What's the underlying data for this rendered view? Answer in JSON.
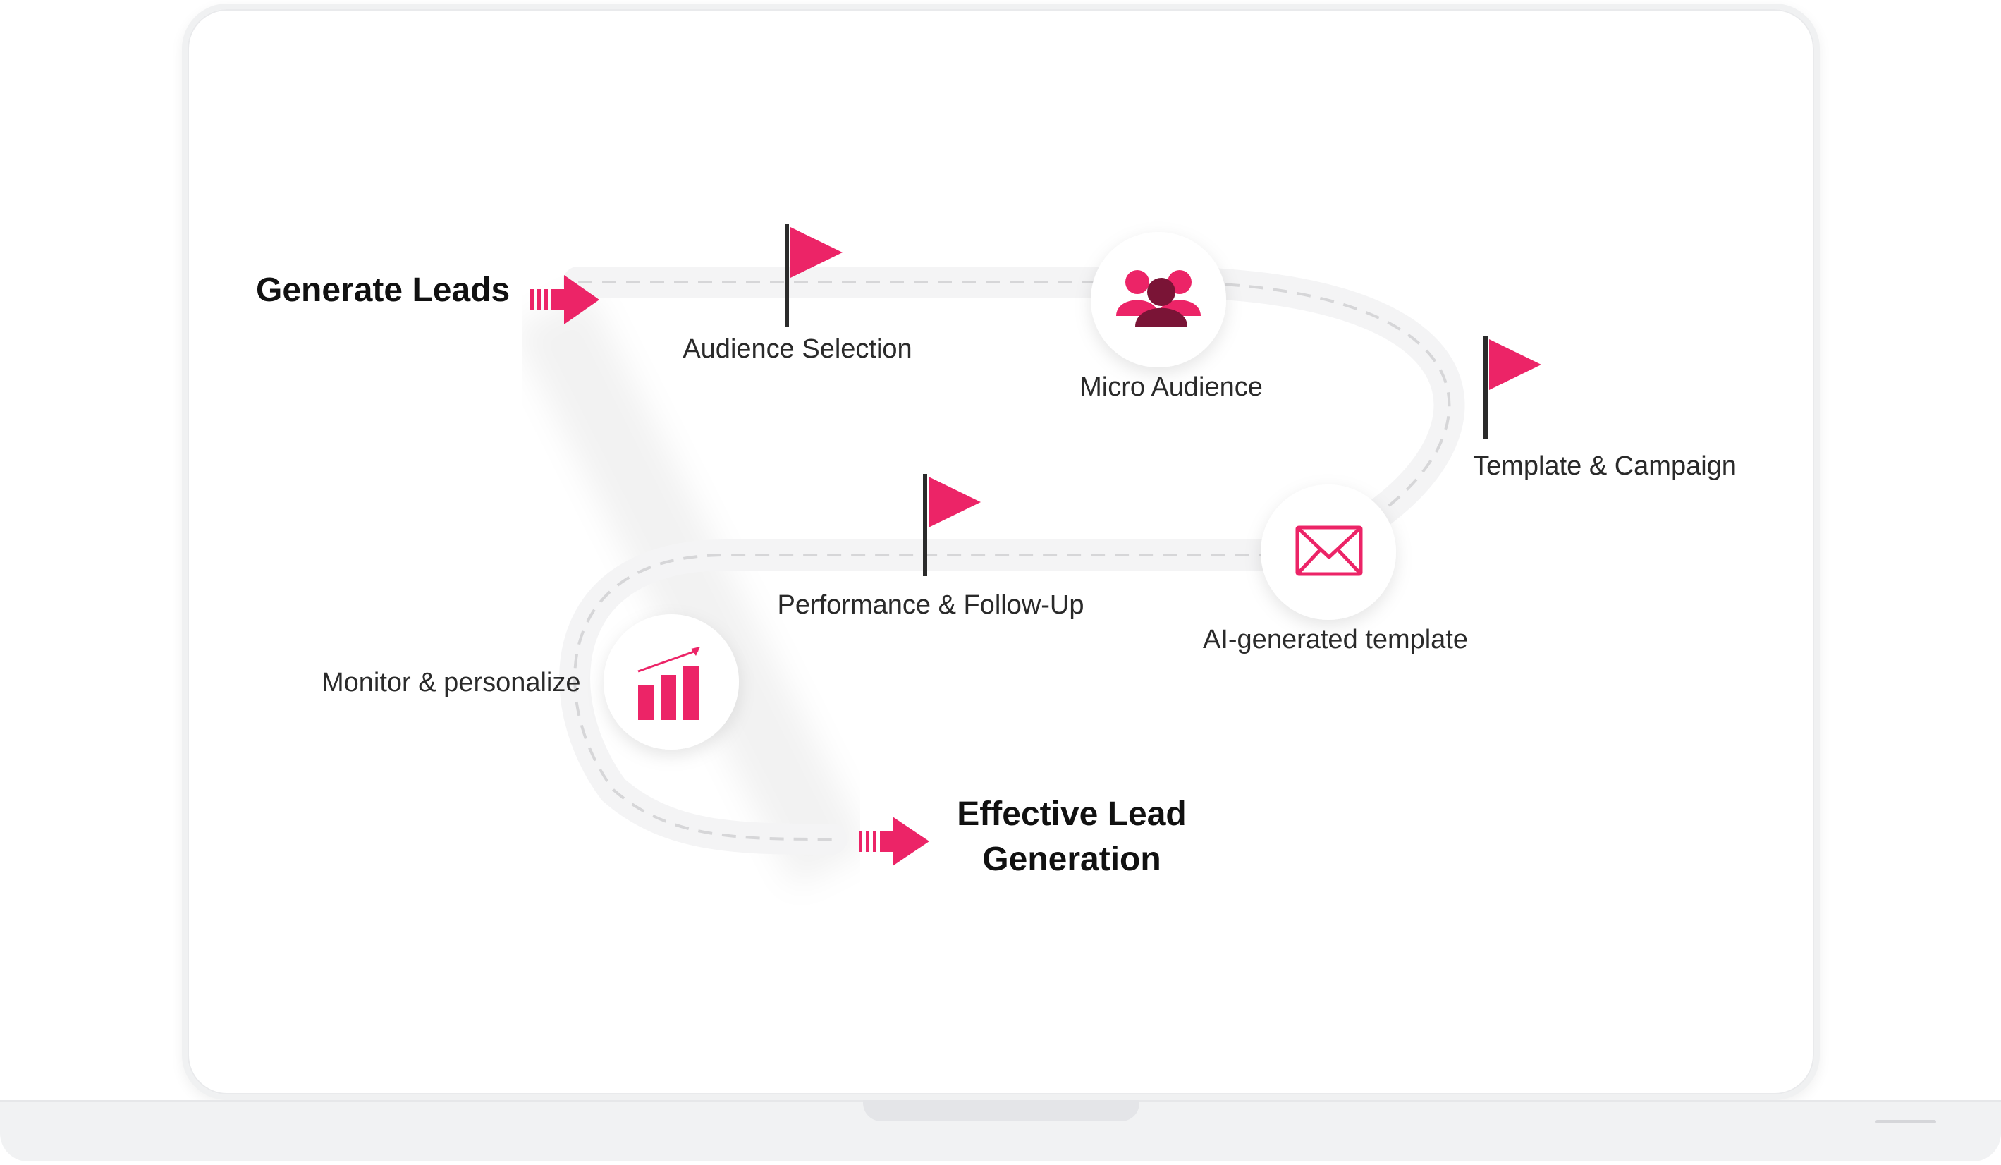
{
  "start_label": "Generate Leads",
  "end_label": "Effective Lead Generation",
  "steps": [
    {
      "label": "Audience Selection",
      "marker": "flag-icon"
    },
    {
      "label": "Micro Audience",
      "marker": "people-group-icon"
    },
    {
      "label": "Template & Campaign",
      "marker": "flag-icon"
    },
    {
      "label": "AI-generated template",
      "marker": "envelope-icon"
    },
    {
      "label": "Performance & Follow-Up",
      "marker": "flag-icon"
    },
    {
      "label": "Monitor & personalize",
      "marker": "bar-chart-growth-icon"
    }
  ],
  "colors": {
    "accent": "#ec2467",
    "dark_accent": "#7a1436",
    "road": "#f4f4f5",
    "dash": "#d6d6d8",
    "pole": "#2b2b2b",
    "frame": "#f0f1f2"
  }
}
